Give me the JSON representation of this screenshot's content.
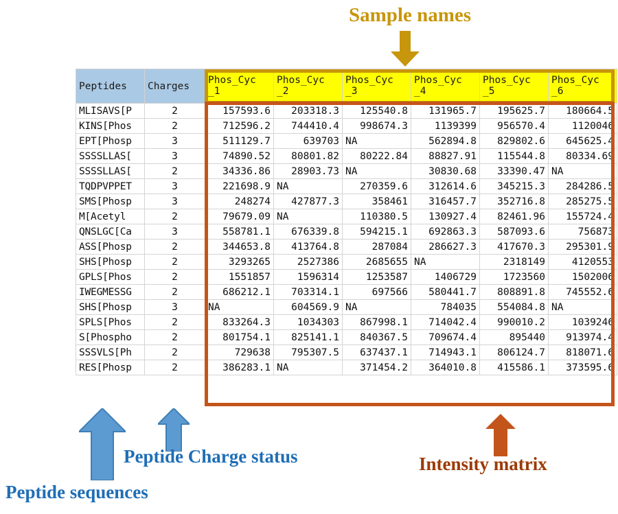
{
  "callouts": {
    "sample_names": "Sample names",
    "peptide_sequences": "Peptide sequences",
    "peptide_charge_status": "Peptide Charge status",
    "intensity_matrix": "Intensity matrix"
  },
  "colors": {
    "sample_names_accent": "#c8960c",
    "intensity_accent": "#c4551a",
    "peptide_accent": "#4a90c4",
    "label_blue": "#1f6eb5",
    "label_brown": "#9c3a06",
    "header_fill_blue": "#aac9e4",
    "header_fill_yellow": "#ffff00"
  },
  "icons": {
    "sample_names_arrow": "arrow-down-icon",
    "peptide_sequences_arrow": "arrow-up-icon",
    "peptide_charges_arrow": "arrow-up-icon",
    "intensity_matrix_arrow": "arrow-up-icon"
  },
  "table": {
    "headers": {
      "peptides": "Peptides",
      "charges": "Charges",
      "samples": [
        {
          "line1": "Phos_Cyc",
          "line2": "_1"
        },
        {
          "line1": "Phos_Cyc",
          "line2": "_2"
        },
        {
          "line1": "Phos_Cyc",
          "line2": "_3"
        },
        {
          "line1": "Phos_Cyc",
          "line2": "_4"
        },
        {
          "line1": "Phos_Cyc",
          "line2": "_5"
        },
        {
          "line1": "Phos_Cyc",
          "line2": "_6"
        }
      ]
    },
    "rows": [
      {
        "peptide": "MLISAVS[P",
        "charge": "2",
        "values": [
          "157593.6",
          "203318.3",
          "125540.8",
          "131965.7",
          "195625.7",
          "180664.5"
        ]
      },
      {
        "peptide": "KINS[Phos",
        "charge": "2",
        "values": [
          "712596.2",
          "744410.4",
          "998674.3",
          "1139399",
          "956570.4",
          "1120046"
        ]
      },
      {
        "peptide": "EPT[Phosp",
        "charge": "3",
        "values": [
          "511129.7",
          "639703",
          "NA",
          "562894.8",
          "829802.6",
          "645625.4"
        ]
      },
      {
        "peptide": "SSSSLLAS[",
        "charge": "3",
        "values": [
          "74890.52",
          "80801.82",
          "80222.84",
          "88827.91",
          "115544.8",
          "80334.69"
        ]
      },
      {
        "peptide": "SSSSLLAS[",
        "charge": "2",
        "values": [
          "34336.86",
          "28903.73",
          "NA",
          "30830.68",
          "33390.47",
          "NA"
        ]
      },
      {
        "peptide": "TQDPVPPET",
        "charge": "3",
        "values": [
          "221698.9",
          "NA",
          "270359.6",
          "312614.6",
          "345215.3",
          "284286.5"
        ]
      },
      {
        "peptide": "SMS[Phosp",
        "charge": "3",
        "values": [
          "248274",
          "427877.3",
          "358461",
          "316457.7",
          "352716.8",
          "285275.5"
        ]
      },
      {
        "peptide": "M[Acetyl",
        "charge": "2",
        "values": [
          "79679.09",
          "NA",
          "110380.5",
          "130927.4",
          "82461.96",
          "155724.4"
        ]
      },
      {
        "peptide": "QNSLGC[Ca",
        "charge": "3",
        "values": [
          "558781.1",
          "676339.8",
          "594215.1",
          "692863.3",
          "587093.6",
          "756873"
        ]
      },
      {
        "peptide": "ASS[Phosp",
        "charge": "2",
        "values": [
          "344653.8",
          "413764.8",
          "287084",
          "286627.3",
          "417670.3",
          "295301.9"
        ]
      },
      {
        "peptide": "SHS[Phosp",
        "charge": "2",
        "values": [
          "3293265",
          "2527386",
          "2685655",
          "NA",
          "2318149",
          "4120553"
        ]
      },
      {
        "peptide": "GPLS[Phos",
        "charge": "2",
        "values": [
          "1551857",
          "1596314",
          "1253587",
          "1406729",
          "1723560",
          "1502006"
        ]
      },
      {
        "peptide": "IWEGMESSG",
        "charge": "2",
        "values": [
          "686212.1",
          "703314.1",
          "697566",
          "580441.7",
          "808891.8",
          "745552.6"
        ]
      },
      {
        "peptide": "SHS[Phosp",
        "charge": "3",
        "values": [
          "NA",
          "604569.9",
          "NA",
          "784035",
          "554084.8",
          "NA"
        ]
      },
      {
        "peptide": "SPLS[Phos",
        "charge": "2",
        "values": [
          "833264.3",
          "1034303",
          "867998.1",
          "714042.4",
          "990010.2",
          "1039246"
        ]
      },
      {
        "peptide": "S[Phospho",
        "charge": "2",
        "values": [
          "801754.1",
          "825141.1",
          "840367.5",
          "709674.4",
          "895440",
          "913974.4"
        ]
      },
      {
        "peptide": "SSSVLS[Ph",
        "charge": "2",
        "values": [
          "729638",
          "795307.5",
          "637437.1",
          "714943.1",
          "806124.7",
          "818071.6"
        ]
      },
      {
        "peptide": "RES[Phosp",
        "charge": "2",
        "values": [
          "386283.1",
          "NA",
          "371454.2",
          "364010.8",
          "415586.1",
          "373595.6"
        ]
      }
    ]
  }
}
